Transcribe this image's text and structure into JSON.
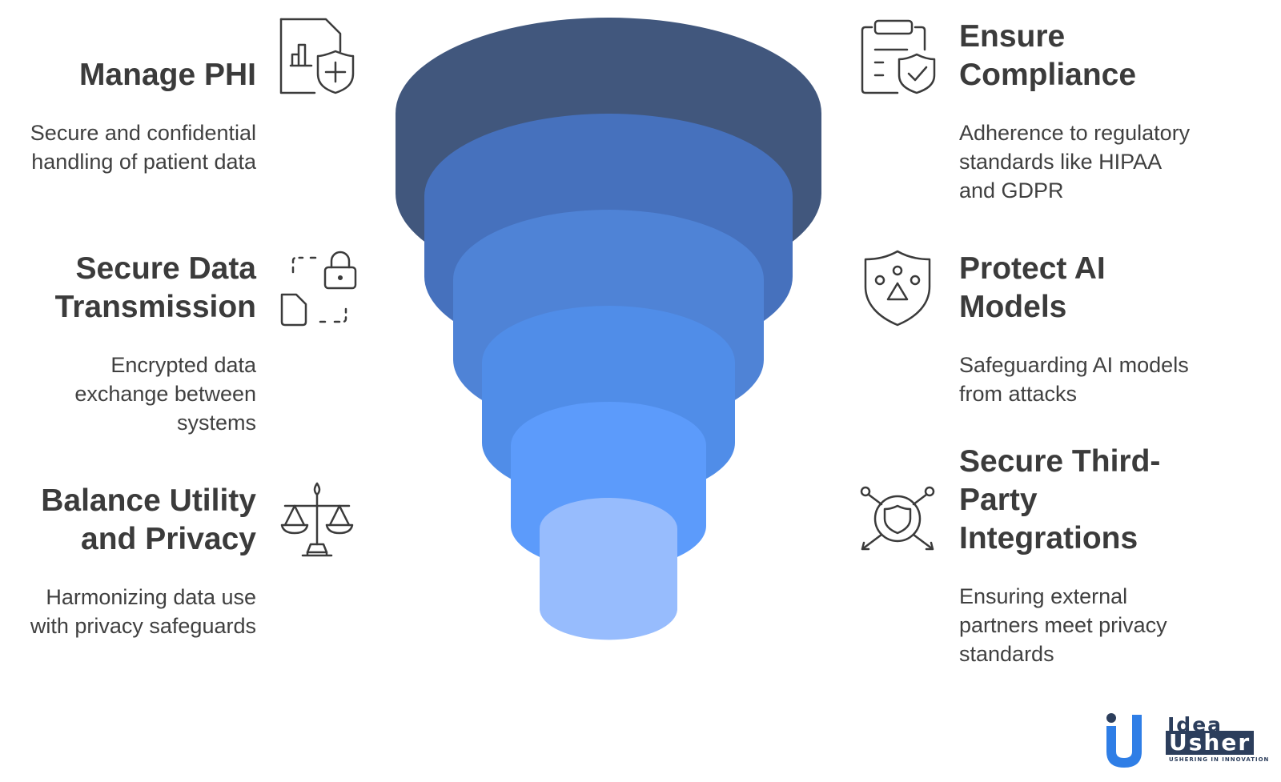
{
  "left_items": [
    {
      "title_lines": [
        "Manage PHI"
      ],
      "desc_lines": [
        "Secure and confidential",
        "handling of patient data"
      ],
      "icon": "document-chart-shield-icon"
    },
    {
      "title_lines": [
        "Secure Data",
        "Transmission"
      ],
      "desc_lines": [
        "Encrypted data",
        "exchange between",
        "systems"
      ],
      "icon": "file-lock-transfer-icon"
    },
    {
      "title_lines": [
        "Balance Utility",
        "and Privacy"
      ],
      "desc_lines": [
        "Harmonizing data use",
        "with privacy safeguards"
      ],
      "icon": "balance-scale-icon"
    }
  ],
  "right_items": [
    {
      "title_lines": [
        "Ensure",
        "Compliance"
      ],
      "desc_lines": [
        "Adherence to regulatory",
        "standards like HIPAA",
        "and GDPR"
      ],
      "icon": "clipboard-shield-check-icon"
    },
    {
      "title_lines": [
        "Protect AI",
        "Models"
      ],
      "desc_lines": [
        "Safeguarding AI models",
        "from attacks"
      ],
      "icon": "shield-network-icon"
    },
    {
      "title_lines": [
        "Secure Third-",
        "Party",
        "Integrations"
      ],
      "desc_lines": [
        "Ensuring external",
        "partners meet privacy",
        "standards"
      ],
      "icon": "shield-connections-icon"
    }
  ],
  "funnel": {
    "layers": 6,
    "colors": [
      "#41577d",
      "#4671bd",
      "#4f83d6",
      "#508de8",
      "#5c9bfb",
      "#97bcfd"
    ]
  },
  "logo": {
    "word1": "Idea",
    "word2": "Usher",
    "tagline": "USHERING IN INNOVATION",
    "colors": {
      "blue": "#2f7ee6",
      "navy": "#2c3e5c"
    }
  }
}
